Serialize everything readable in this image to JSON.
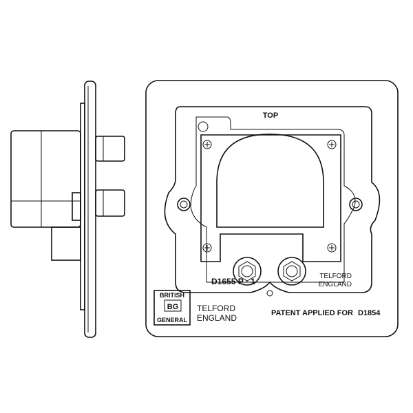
{
  "front_plate": {
    "top_label": "TOP",
    "module_code": "D1655 P - 1",
    "module_origin_line1": "TELFORD",
    "module_origin_line2": "ENGLAND",
    "plate_origin_line1": "TELFORD",
    "plate_origin_line2": "ENGLAND",
    "patent_text": "PATENT APPLIED FOR",
    "part_number": "D1854"
  },
  "logo": {
    "top": "BRITISH",
    "middle": "BG",
    "bottom": "GENERAL"
  }
}
